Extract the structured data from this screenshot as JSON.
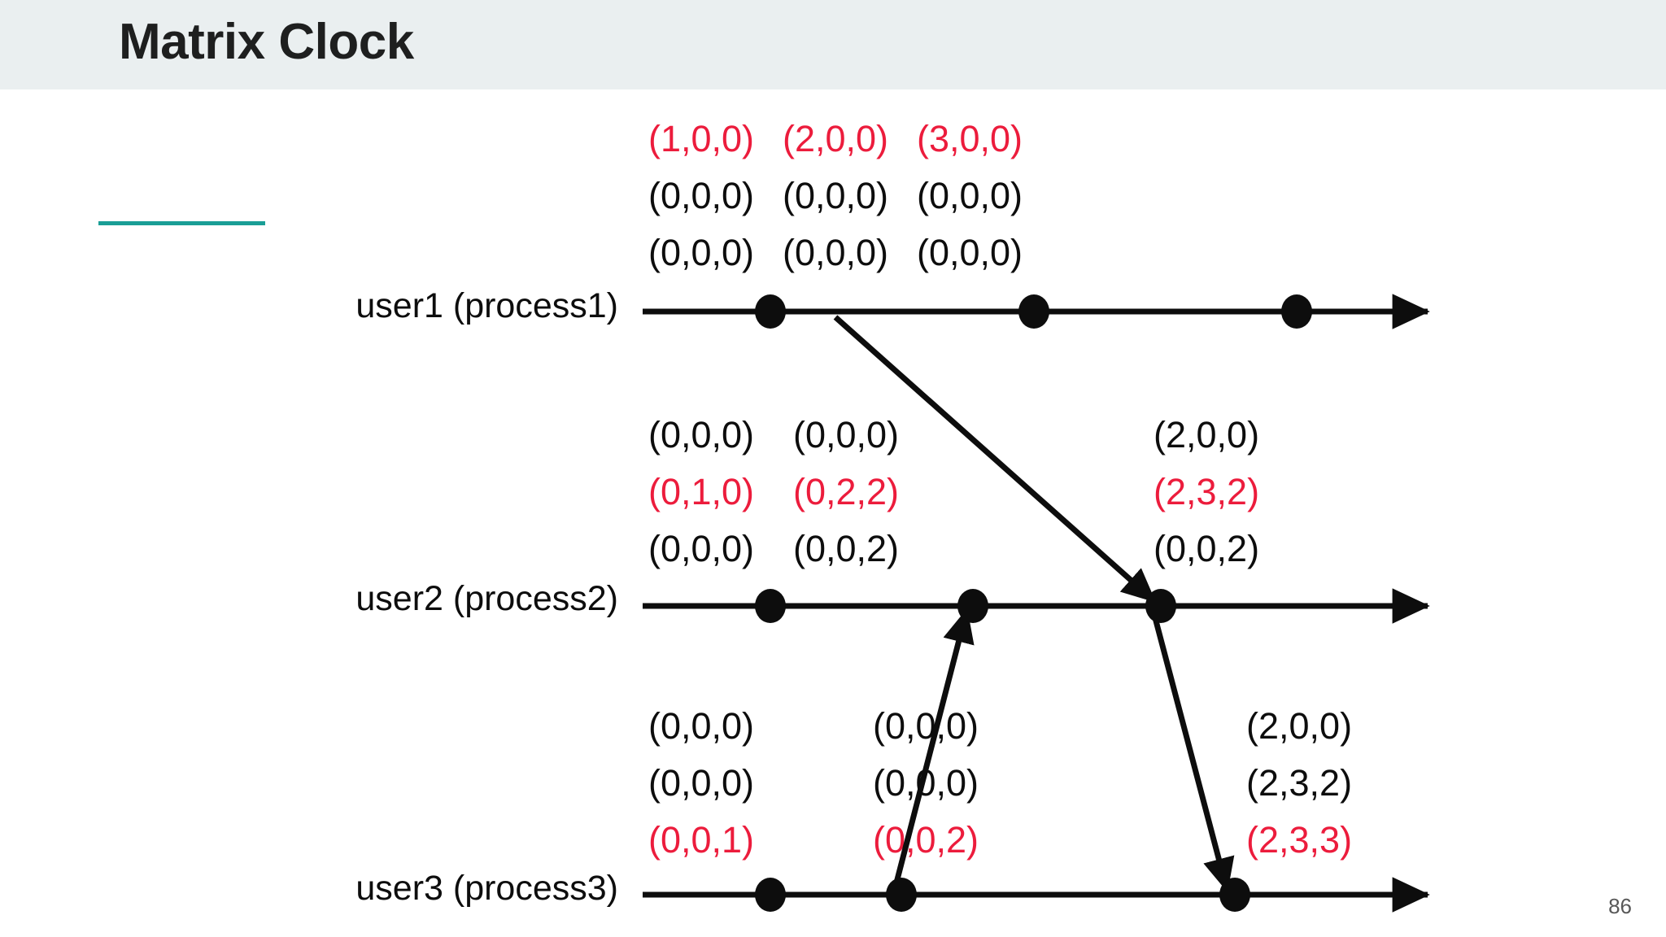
{
  "slide": {
    "title": "Matrix Clock",
    "page_number": "86",
    "accent_color": "#1a9e96",
    "title_bar_color": "#eaeff0",
    "highlight_color": "#ec1c3c",
    "ink_color": "#0d0d0d"
  },
  "timelines": [
    {
      "label": "user1 (process1)"
    },
    {
      "label": "user2 (process2)"
    },
    {
      "label": "user3 (process3)"
    }
  ],
  "chart_data": {
    "type": "diagram",
    "title": "Matrix Clock",
    "description": "Three-process space-time diagram annotated with 3x3 matrix clock values at each event.",
    "processes": [
      "user1 (process1)",
      "user2 (process2)",
      "user3 (process3)"
    ],
    "events": [
      {
        "process": 0,
        "index": 0,
        "matrix": [
          "(1,0,0)",
          "(0,0,0)",
          "(0,0,0)"
        ],
        "highlight_row": 0
      },
      {
        "process": 0,
        "index": 1,
        "matrix": [
          "(2,0,0)",
          "(0,0,0)",
          "(0,0,0)"
        ],
        "highlight_row": 0
      },
      {
        "process": 0,
        "index": 2,
        "matrix": [
          "(3,0,0)",
          "(0,0,0)",
          "(0,0,0)"
        ],
        "highlight_row": 0
      },
      {
        "process": 1,
        "index": 0,
        "matrix": [
          "(0,0,0)",
          "(0,1,0)",
          "(0,0,0)"
        ],
        "highlight_row": 1
      },
      {
        "process": 1,
        "index": 1,
        "matrix": [
          "(0,0,0)",
          "(0,2,2)",
          "(0,0,2)"
        ],
        "highlight_row": 1
      },
      {
        "process": 1,
        "index": 2,
        "matrix": [
          "(2,0,0)",
          "(2,3,2)",
          "(0,0,2)"
        ],
        "highlight_row": 1
      },
      {
        "process": 2,
        "index": 0,
        "matrix": [
          "(0,0,0)",
          "(0,0,0)",
          "(0,0,1)"
        ],
        "highlight_row": 2
      },
      {
        "process": 2,
        "index": 1,
        "matrix": [
          "(0,0,0)",
          "(0,0,0)",
          "(0,0,2)"
        ],
        "highlight_row": 2
      },
      {
        "process": 2,
        "index": 2,
        "matrix": [
          "(2,0,0)",
          "(2,3,2)",
          "(2,3,3)"
        ],
        "highlight_row": 2
      }
    ],
    "messages": [
      {
        "from_process": 0,
        "to_process": 1
      },
      {
        "from_process": 2,
        "to_process": 1
      },
      {
        "from_process": 1,
        "to_process": 2
      }
    ]
  },
  "matrices": {
    "p1_e1": {
      "r0": "(1,0,0)",
      "r1": "(0,0,0)",
      "r2": "(0,0,0)"
    },
    "p1_e2": {
      "r0": "(2,0,0)",
      "r1": "(0,0,0)",
      "r2": "(0,0,0)"
    },
    "p1_e3": {
      "r0": "(3,0,0)",
      "r1": "(0,0,0)",
      "r2": "(0,0,0)"
    },
    "p2_e1": {
      "r0": "(0,0,0)",
      "r1": "(0,1,0)",
      "r2": "(0,0,0)"
    },
    "p2_e2": {
      "r0": "(0,0,0)",
      "r1": "(0,2,2)",
      "r2": "(0,0,2)"
    },
    "p2_e3": {
      "r0": "(2,0,0)",
      "r1": "(2,3,2)",
      "r2": "(0,0,2)"
    },
    "p3_e1": {
      "r0": "(0,0,0)",
      "r1": "(0,0,0)",
      "r2": "(0,0,1)"
    },
    "p3_e2": {
      "r0": "(0,0,0)",
      "r1": "(0,0,0)",
      "r2": "(0,0,2)"
    },
    "p3_e3": {
      "r0": "(2,0,0)",
      "r1": "(2,3,2)",
      "r2": "(2,3,3)"
    }
  }
}
